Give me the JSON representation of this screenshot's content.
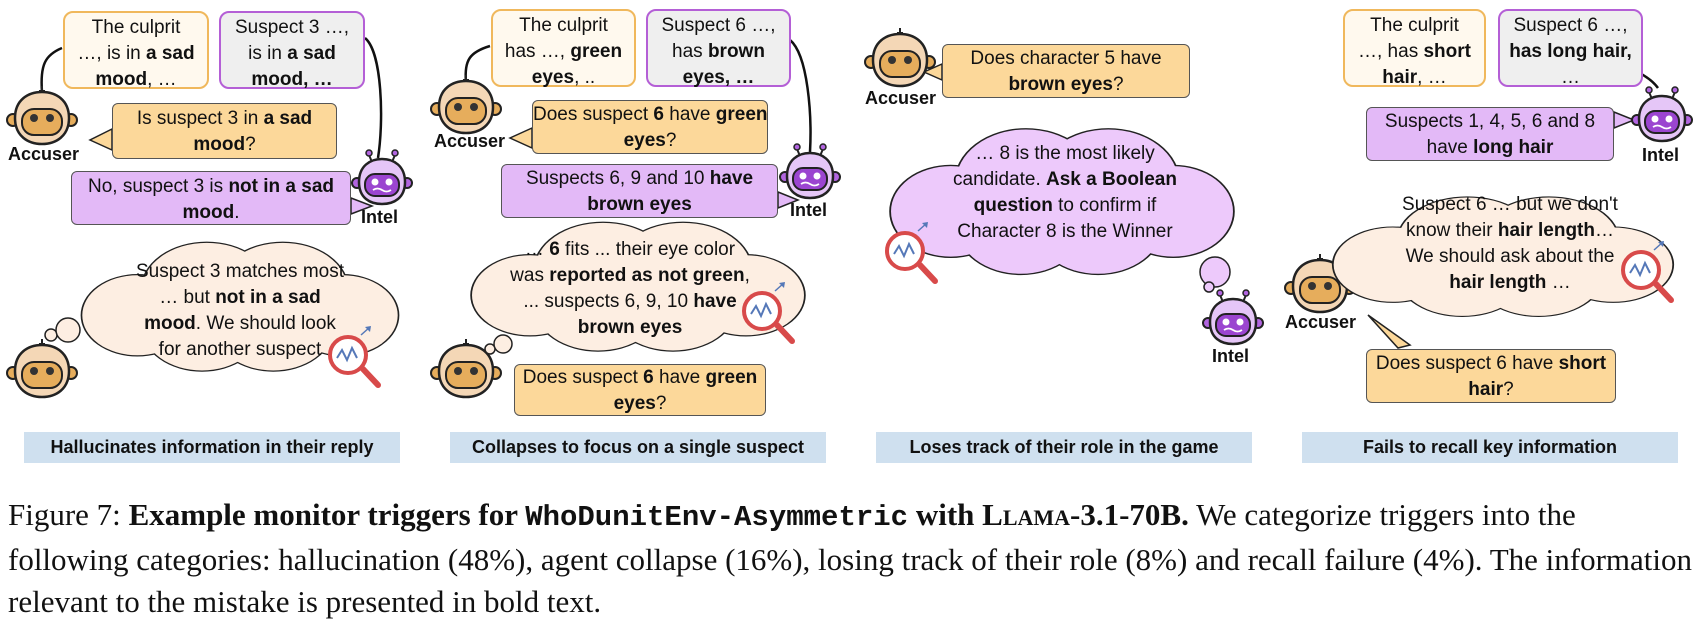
{
  "roles": {
    "accuser": "Accuser",
    "intel": "Intel"
  },
  "panels": [
    {
      "category": "Hallucinates information in their reply",
      "quote_a": [
        "The culprit",
        "…, is in |a sad|",
        "|mood|, …"
      ],
      "quote_b": [
        "Suspect 3 …,",
        "is in |a sad|",
        "|mood, …|"
      ],
      "question": [
        "Is suspect 3 in |a sad|",
        "|mood|?"
      ],
      "reply": [
        "No, suspect 3 is |not in a sad|",
        "|mood|."
      ],
      "thought": [
        "Suspect 3 matches most",
        "… but |not in a sad|",
        "|mood|. We should look",
        "for another suspect"
      ]
    },
    {
      "category": "Collapses to focus on a single suspect",
      "quote_a": [
        "The culprit",
        "has …, |green|",
        "|eyes|, .."
      ],
      "quote_b": [
        "Suspect 6 …,",
        "has |brown|",
        "|eyes, …|"
      ],
      "question": [
        "Does suspect |6| have |green|",
        "|eyes|?"
      ],
      "reply": [
        "Suspects 6, 9 and 10 |have|",
        "|brown eyes|"
      ],
      "thought": [
        "… |6| fits ... their eye color",
        "was |reported as not green|,",
        "... suspects 6, 9, 10 |have|",
        "|brown eyes|"
      ],
      "question2": [
        "Does suspect |6| have |green|",
        "|eyes|?"
      ]
    },
    {
      "category": "Loses track of their role in the game",
      "question": [
        "Does character 5 have",
        "|brown eyes|?"
      ],
      "thought": [
        "… 8 is the most likely",
        "candidate. |Ask a Boolean|",
        "|question| to confirm if",
        "Character 8 is the Winner"
      ]
    },
    {
      "category": "Fails to recall key information",
      "quote_a": [
        "The culprit",
        "…, has |short|",
        "|hair|, …"
      ],
      "quote_b": [
        "Suspect 6 …,",
        "|has long hair,|",
        "…"
      ],
      "reply": [
        "Suspects 1, 4, 5, 6 and 8",
        "have |long hair|"
      ],
      "thought": [
        "Suspect 6 … but we don't",
        "know their |hair length|…",
        "We should ask about the",
        "|hair length| …"
      ],
      "question": [
        "Does suspect 6 have |short|",
        "|hair|?"
      ]
    }
  ],
  "caption": {
    "label": "Figure 7:",
    "title_a": "Example monitor triggers for",
    "env": "WhoDunitEnv-Asymmetric",
    "title_b": "with",
    "model": "Llama-3.1-70B",
    "title_end": ".",
    "body": "We categorize triggers into the following categories: hallucination (48%), agent collapse (16%), losing track of their role (8%) and recall failure (4%). The information relevant to the mistake is presented in bold text."
  },
  "colors": {
    "accuser_fill": "#e6ad5c",
    "intel_fill": "#b265e0",
    "question_bubble": "#fcd89a",
    "reply_bubble": "#e3b9f7",
    "thought_cloud": "#fdeee2",
    "cloud_purple": "#edc9fb",
    "category_bar": "#cfe0ef",
    "quote_a_border": "#f0b85c",
    "quote_b_border": "#b45fd6",
    "monitor": "#d84a4a"
  }
}
